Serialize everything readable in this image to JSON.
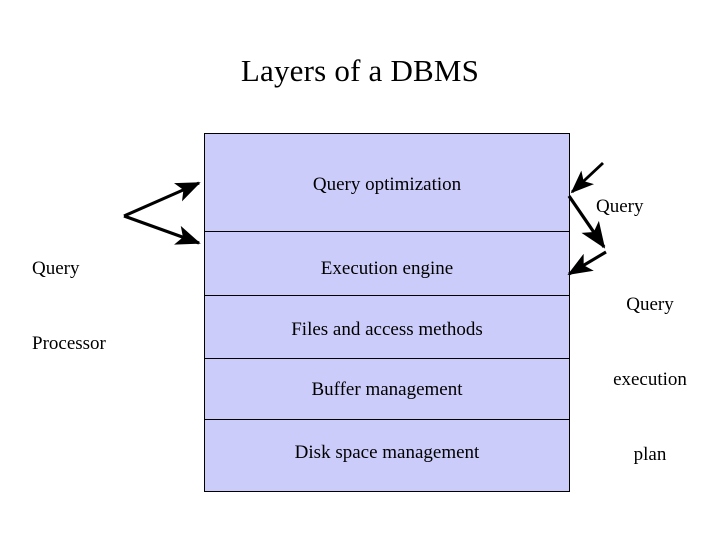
{
  "slide": {
    "title": "Layers of a DBMS",
    "background_color": "#ffffff",
    "text_color": "#000000"
  },
  "diagram": {
    "type": "layered-stack",
    "fill_color": "#ccccfa",
    "border_color": "#000000",
    "layers": [
      {
        "label": "Query optimization"
      },
      {
        "label": "Execution engine"
      },
      {
        "label": "Files and access methods"
      },
      {
        "label": "Buffer management"
      },
      {
        "label": "Disk space management"
      }
    ],
    "annotations": {
      "left": {
        "line1": "Query",
        "line2": "Processor",
        "points_to": [
          "Query optimization",
          "Execution engine"
        ]
      },
      "right_top": {
        "line1": "Query",
        "points_to": [
          "Query optimization"
        ]
      },
      "right_bottom": {
        "line1": "Query",
        "line2": "execution",
        "line3": "plan",
        "points_to": [
          "Query optimization",
          "Execution engine"
        ]
      }
    }
  }
}
